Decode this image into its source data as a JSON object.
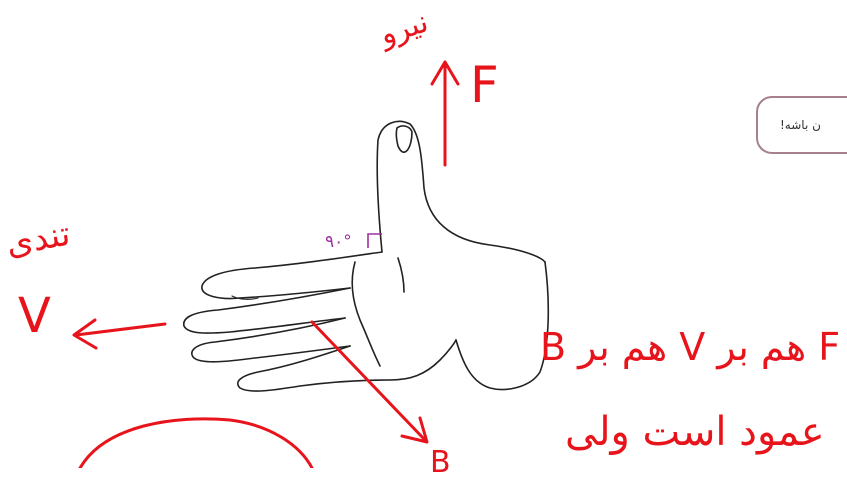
{
  "callout": {
    "text": "ن باشه!"
  },
  "labels": {
    "force_fa": "نیرو",
    "force_symbol": "F",
    "speed_fa": "تندی",
    "speed_symbol": "V",
    "angle": "۹۰°",
    "note_line1": "F هم بر V هم بر B",
    "note_line2": "عمود است ولی",
    "field_symbol": "B"
  },
  "colors": {
    "ink": "#e8141c",
    "hand_outline": "#222222",
    "angle_mark": "#a030a0",
    "callout_border": "#a6808c"
  }
}
